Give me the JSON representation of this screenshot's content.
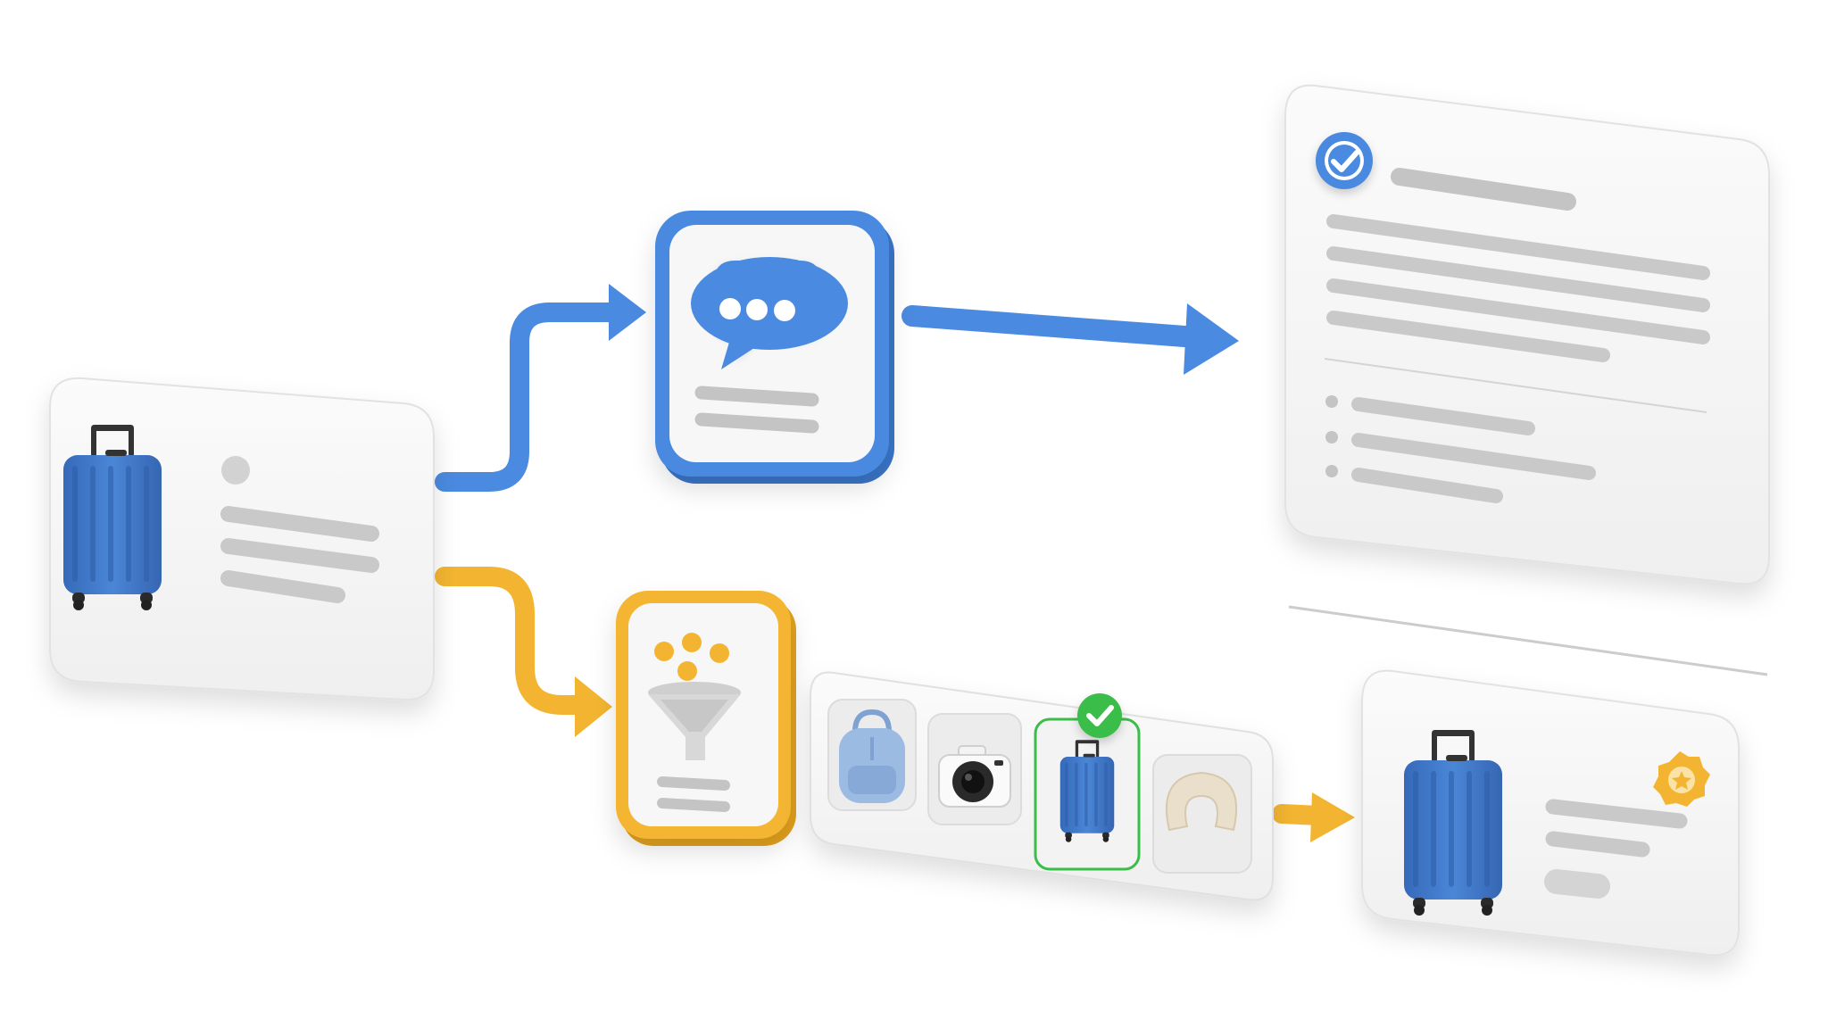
{
  "colors": {
    "background": "#ffffff",
    "card": "#f6f6f6",
    "card_edge": "#dedede",
    "placeholder_line": "#c9c9c9",
    "blue": "#4a8ae0",
    "blue_dark": "#3a75c8",
    "yellow": "#f3b531",
    "yellow_dark": "#e2a11d",
    "green": "#3bbd4a",
    "suitcase": "#3f77c9",
    "backpack": "#9cbbe2",
    "pillow": "#eadfcb"
  },
  "diagram": {
    "source_card": {
      "icons": [
        "suitcase-icon",
        "avatar-dot"
      ],
      "text_lines": 3
    },
    "top_flow": {
      "node_icon": "chat-bubble-icon",
      "node_text_lines": 2,
      "result_card": {
        "icons": [
          "check-circle-icon"
        ],
        "text_lines": 4,
        "bullets": 3
      }
    },
    "bottom_flow": {
      "node_icon": "funnel-icon",
      "node_text_lines": 2,
      "candidates": [
        {
          "icon": "backpack-icon",
          "selected": false
        },
        {
          "icon": "camera-icon",
          "selected": false
        },
        {
          "icon": "suitcase-icon",
          "selected": true
        },
        {
          "icon": "neck-pillow-icon",
          "selected": false
        }
      ],
      "result_card": {
        "icons": [
          "suitcase-icon",
          "star-badge-icon"
        ],
        "text_lines": 2,
        "button_pill": true
      }
    }
  }
}
